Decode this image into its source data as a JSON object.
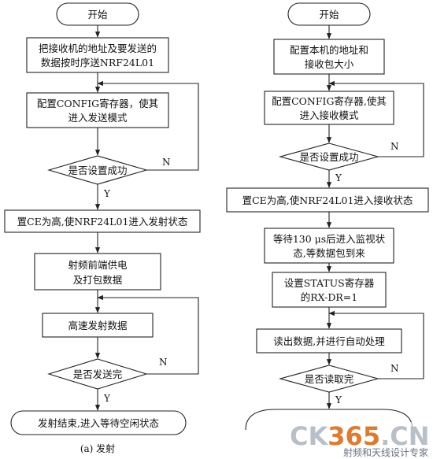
{
  "left": {
    "start": "开始",
    "step1": [
      "把接收机的地址及要发送的",
      "数据按时序送NRF24L01"
    ],
    "step2": [
      "配置CONFIG寄存器，使其",
      "进入发送模式"
    ],
    "decision1": "是否设置成功",
    "step3": "置CE为高,使NRF24L01进入发射状态",
    "step4": [
      "射频前端供电",
      "及打包数据"
    ],
    "step5": "高速发射数据",
    "decision2": "是否发送完",
    "end": "发射结束,进入等待空闲状态",
    "yes": "Y",
    "no": "N",
    "caption": "(a) 发射"
  },
  "right": {
    "start": "开始",
    "step1": [
      "配置本机的地址和",
      "接收包大小"
    ],
    "step2": [
      "配置CONFIG寄存器,使其",
      "进入接收模式"
    ],
    "decision1": "是否设置成功",
    "step3": "置CE为高,使NRF24L01进入接收状态",
    "step4": [
      "等待130 μs后进入监视状",
      "态,等数据包到来"
    ],
    "step5": [
      "设置STATUS寄存器",
      "的RX-DR=1"
    ],
    "step6": "读出数据,并进行自动处理",
    "decision2": "是否读取完",
    "yes": "Y",
    "no": "N"
  },
  "watermark": {
    "brand_a": "CK",
    "brand_b": "365",
    "brand_c": ".CN",
    "slogan": "射频和天线设计专家"
  }
}
